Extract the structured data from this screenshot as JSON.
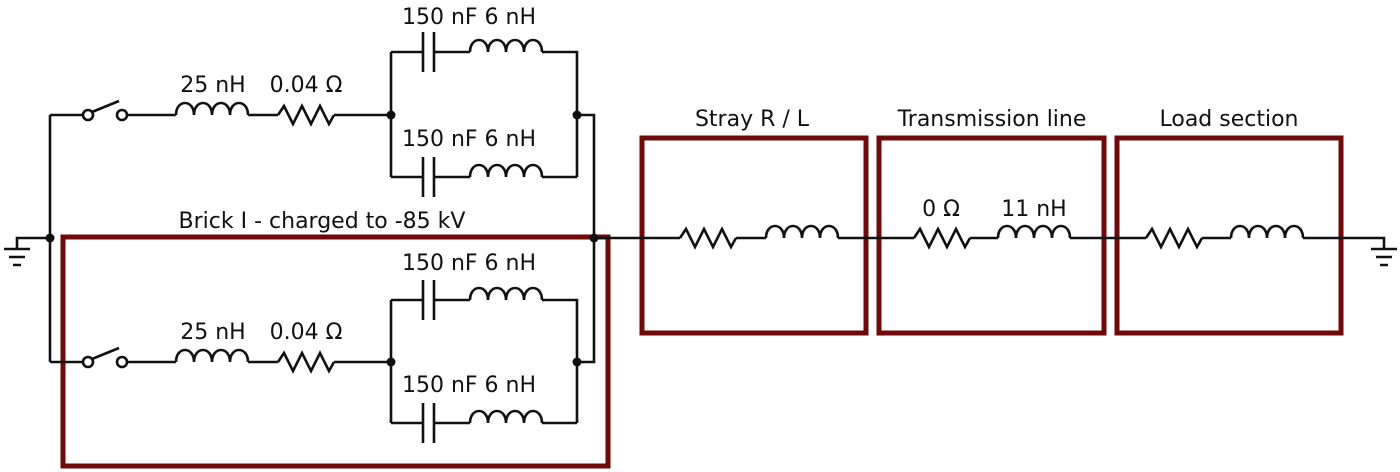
{
  "diagram": {
    "type": "circuit-schematic",
    "colors": {
      "wire": "#111111",
      "section_box": "#6e0a0a",
      "background": "#ffffff"
    },
    "brick_label": "Brick I - charged to -85 kV",
    "branches": [
      {
        "inductor_label": "25 nH",
        "resistor_label": "0.04 Ω",
        "caps": [
          {
            "label": "150 nF 6 nH"
          },
          {
            "label": "150 nF 6 nH"
          }
        ]
      },
      {
        "inductor_label": "25 nH",
        "resistor_label": "0.04 Ω",
        "caps": [
          {
            "label": "150 nF 6 nH"
          },
          {
            "label": "150 nF 6 nH"
          }
        ]
      }
    ],
    "sections": [
      {
        "title": "Stray R / L",
        "resistor_label": "",
        "inductor_label": ""
      },
      {
        "title": "Transmission line",
        "resistor_label": "0 Ω",
        "inductor_label": "11 nH"
      },
      {
        "title": "Load section",
        "resistor_label": "",
        "inductor_label": ""
      }
    ],
    "icons": [
      "ground-icon",
      "switch-icon",
      "inductor-icon",
      "resistor-icon",
      "capacitor-icon"
    ]
  }
}
